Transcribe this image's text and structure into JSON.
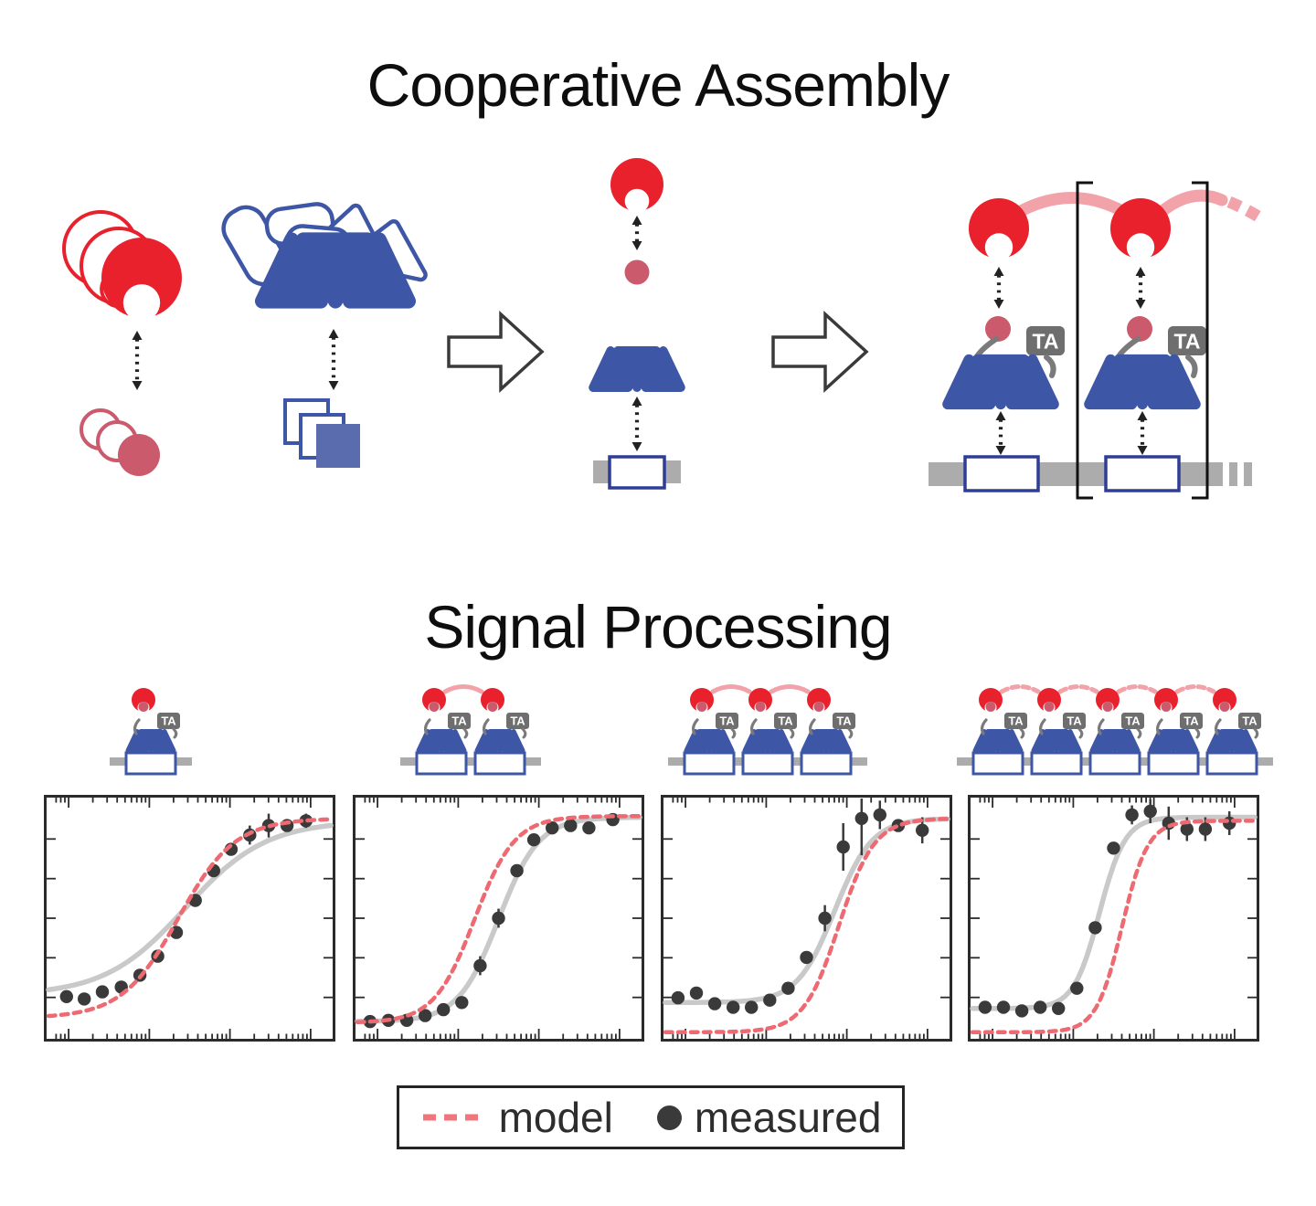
{
  "assembly": {
    "title": "Cooperative Assembly",
    "ta_label": "TA"
  },
  "signal": {
    "title": "Signal Processing",
    "icons": [
      {
        "units": 1
      },
      {
        "units": 2
      },
      {
        "units": 3
      },
      {
        "units": 5
      }
    ]
  },
  "legend": {
    "model_label": "model",
    "measured_label": "measured"
  },
  "colors": {
    "red": "#E8212D",
    "rose": "#CB5A6C",
    "pink": "#F2A3AA",
    "blue": "#3D56A6",
    "squareBlue": "#5A6BAE",
    "grayBar": "#ACACAC",
    "taGray": "#6E6E6E",
    "linkGray": "#7A7A7A",
    "arrowDark": "#222222",
    "outlineArrow": "#3A3A3A",
    "frame": "#2B2B2B",
    "modelRed": "#EE6A72",
    "measured": "#3A3A3A",
    "fitGray": "#C9C9C9",
    "dnaRectBorder": "#2E3D96"
  },
  "chart_data": [
    {
      "type": "line",
      "binding_sites": 1,
      "x_axis": {
        "scale": "log",
        "tick_labels": []
      },
      "y_axis": {
        "scale": "linear",
        "tick_labels": []
      },
      "series": [
        {
          "name": "model",
          "style": "dashed",
          "color": "#EE6A72",
          "sigmoid": {
            "base": 0.08,
            "top": 0.92,
            "mid": 0.46,
            "k": 10
          }
        },
        {
          "name": "measured fit",
          "style": "solid",
          "color": "#C9C9C9",
          "sigmoid": {
            "base": 0.175,
            "top": 0.91,
            "mid": 0.485,
            "k": 7
          }
        },
        {
          "name": "measured",
          "style": "points",
          "color": "#3A3A3A",
          "points": [
            [
              0.064,
              0.17,
              0
            ],
            [
              0.127,
              0.16,
              0
            ],
            [
              0.191,
              0.19,
              0
            ],
            [
              0.258,
              0.21,
              0
            ],
            [
              0.324,
              0.26,
              0
            ],
            [
              0.387,
              0.34,
              0
            ],
            [
              0.453,
              0.44,
              0
            ],
            [
              0.52,
              0.575,
              0
            ],
            [
              0.585,
              0.7,
              0
            ],
            [
              0.647,
              0.79,
              0
            ],
            [
              0.713,
              0.85,
              0.04
            ],
            [
              0.78,
              0.89,
              0.05
            ],
            [
              0.845,
              0.89,
              0
            ],
            [
              0.912,
              0.91,
              0.03
            ]
          ]
        }
      ]
    },
    {
      "type": "line",
      "binding_sites": 2,
      "x_axis": {
        "scale": "log",
        "tick_labels": []
      },
      "y_axis": {
        "scale": "linear",
        "tick_labels": []
      },
      "series": [
        {
          "name": "model",
          "style": "dashed",
          "color": "#EE6A72",
          "sigmoid": {
            "base": 0.06,
            "top": 0.93,
            "mid": 0.415,
            "k": 14
          }
        },
        {
          "name": "measured fit",
          "style": "solid",
          "color": "#C9C9C9",
          "sigmoid": {
            "base": 0.065,
            "top": 0.925,
            "mid": 0.5,
            "k": 14
          }
        },
        {
          "name": "measured",
          "style": "points",
          "color": "#3A3A3A",
          "points": [
            [
              0.045,
              0.065,
              0
            ],
            [
              0.11,
              0.07,
              0
            ],
            [
              0.175,
              0.07,
              0
            ],
            [
              0.24,
              0.09,
              0
            ],
            [
              0.305,
              0.115,
              0
            ],
            [
              0.37,
              0.145,
              0
            ],
            [
              0.435,
              0.3,
              0.04
            ],
            [
              0.5,
              0.5,
              0.04
            ],
            [
              0.565,
              0.7,
              0
            ],
            [
              0.625,
              0.83,
              0
            ],
            [
              0.69,
              0.88,
              0
            ],
            [
              0.755,
              0.89,
              0
            ],
            [
              0.82,
              0.88,
              0
            ],
            [
              0.905,
              0.915,
              0
            ]
          ]
        }
      ]
    },
    {
      "type": "line",
      "binding_sites": 3,
      "x_axis": {
        "scale": "log",
        "tick_labels": []
      },
      "y_axis": {
        "scale": "linear",
        "tick_labels": []
      },
      "series": [
        {
          "name": "model",
          "style": "dashed",
          "color": "#EE6A72",
          "sigmoid": {
            "base": 0.02,
            "top": 0.92,
            "mid": 0.615,
            "k": 16
          }
        },
        {
          "name": "measured fit",
          "style": "solid",
          "color": "#C9C9C9",
          "sigmoid": {
            "base": 0.145,
            "top": 0.92,
            "mid": 0.6,
            "k": 15
          }
        },
        {
          "name": "measured",
          "style": "points",
          "color": "#3A3A3A",
          "points": [
            [
              0.045,
              0.165,
              0
            ],
            [
              0.11,
              0.185,
              0
            ],
            [
              0.175,
              0.14,
              0
            ],
            [
              0.24,
              0.125,
              0
            ],
            [
              0.305,
              0.125,
              0
            ],
            [
              0.37,
              0.155,
              0
            ],
            [
              0.435,
              0.205,
              0
            ],
            [
              0.5,
              0.335,
              0
            ],
            [
              0.565,
              0.5,
              0.055
            ],
            [
              0.63,
              0.8,
              0.1
            ],
            [
              0.695,
              0.92,
              0.155
            ],
            [
              0.76,
              0.935,
              0.06
            ],
            [
              0.825,
              0.89,
              0
            ],
            [
              0.91,
              0.87,
              0.055
            ]
          ]
        }
      ]
    },
    {
      "type": "line",
      "binding_sites": 5,
      "x_axis": {
        "scale": "log",
        "tick_labels": []
      },
      "y_axis": {
        "scale": "linear",
        "tick_labels": []
      },
      "series": [
        {
          "name": "model",
          "style": "dashed",
          "color": "#EE6A72",
          "sigmoid": {
            "base": 0.02,
            "top": 0.91,
            "mid": 0.53,
            "k": 22
          }
        },
        {
          "name": "measured fit",
          "style": "solid",
          "color": "#C9C9C9",
          "sigmoid": {
            "base": 0.12,
            "top": 0.925,
            "mid": 0.45,
            "k": 22
          }
        },
        {
          "name": "measured",
          "style": "points",
          "color": "#3A3A3A",
          "points": [
            [
              0.045,
              0.125,
              0
            ],
            [
              0.11,
              0.125,
              0
            ],
            [
              0.175,
              0.11,
              0
            ],
            [
              0.24,
              0.125,
              0
            ],
            [
              0.305,
              0.12,
              0
            ],
            [
              0.37,
              0.205,
              0
            ],
            [
              0.435,
              0.46,
              0
            ],
            [
              0.5,
              0.795,
              0
            ],
            [
              0.565,
              0.935,
              0.04
            ],
            [
              0.63,
              0.95,
              0.05
            ],
            [
              0.695,
              0.9,
              0.07
            ],
            [
              0.76,
              0.875,
              0.05
            ],
            [
              0.825,
              0.875,
              0.05
            ],
            [
              0.91,
              0.9,
              0.05
            ]
          ]
        }
      ]
    }
  ]
}
